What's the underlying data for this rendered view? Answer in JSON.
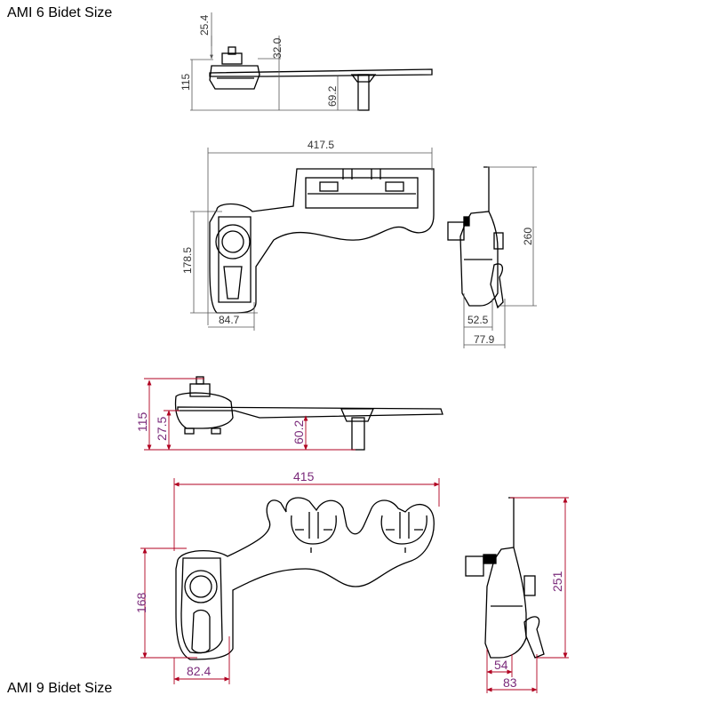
{
  "titles": {
    "top": "AMI 6 Bidet Size",
    "bottom": "AMI 9 Bidet Size"
  },
  "colors": {
    "outline": "#000000",
    "dim_line_top": "#555555",
    "dim_line_bottom": "#b00020",
    "dim_text_bottom": "#7a2a7a"
  },
  "ami6": {
    "side": {
      "d1": "25.4",
      "d2": "32.0",
      "d3": "115",
      "d4": "69.2"
    },
    "top": {
      "width": "417.5",
      "height": "178.5",
      "knob": "84.7"
    },
    "end": {
      "height": "260",
      "d1": "52.5",
      "d2": "77.9"
    }
  },
  "ami9": {
    "side": {
      "d1": "115",
      "d2": "27.5",
      "d3": "60.2"
    },
    "top": {
      "width": "415",
      "height": "168",
      "knob": "82.4"
    },
    "end": {
      "height": "251",
      "d1": "54",
      "d2": "83"
    }
  }
}
